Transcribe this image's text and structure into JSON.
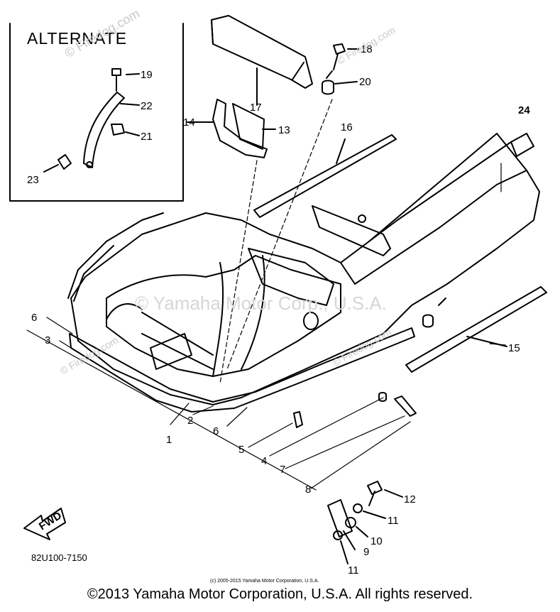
{
  "inset": {
    "title": "ALTERNATE"
  },
  "watermarks": {
    "site": "© Firedog.com",
    "center": "© Yamaha Motor Corp., U.S.A."
  },
  "callouts": {
    "c1": "1",
    "c2": "2",
    "c3": "3",
    "c4": "4",
    "c5": "5",
    "c6a": "6",
    "c6b": "6",
    "c7": "7",
    "c8": "8",
    "c9": "9",
    "c10": "10",
    "c11a": "11",
    "c11b": "11",
    "c12": "12",
    "c13": "13",
    "c14": "14",
    "c15": "15",
    "c16": "16",
    "c17": "17",
    "c18": "18",
    "c19": "19",
    "c20": "20",
    "c21": "21",
    "c22": "22",
    "c23": "23",
    "c24": "24"
  },
  "fwd_label": "FWD",
  "part_code": "82U100-7150",
  "small_copyright": "(c) 2005-2015 Yamaha Motor Corporation, U.S.A.",
  "copyright": "©2013 Yamaha Motor Corporation, U.S.A. All rights reserved."
}
